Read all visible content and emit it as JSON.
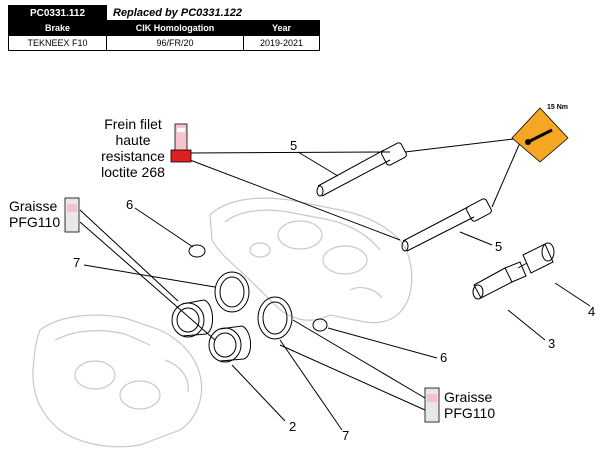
{
  "header": {
    "code": "PC0331.112",
    "replaced": "Replaced by PC0331.122",
    "columns": [
      "Brake",
      "CIK Homologation",
      "Year"
    ],
    "row": [
      "TEKNEEX F10",
      "96/FR/20",
      "2019-2021"
    ]
  },
  "labels": {
    "loctite_line1": "Frein filet",
    "loctite_line2": "haute resistance",
    "loctite_line3": "loctite 268",
    "grease_left_line1": "Graisse",
    "grease_left_line2": "PFG110",
    "grease_right_line1": "Graisse",
    "grease_right_line2": "PFG110",
    "torque": "15 Nm"
  },
  "callouts": {
    "bolt_top": "5",
    "bolt_bottom": "5",
    "oring_small_top": "6",
    "oring_small_bottom": "6",
    "seal_left": "7",
    "seal_bottom": "7",
    "pistons": "2",
    "bleed_nipple": "3",
    "bleed_screw": "4"
  },
  "colors": {
    "header_bg": "#000000",
    "torque_sign": "#f5a623",
    "loctite_red": "#e02020"
  }
}
